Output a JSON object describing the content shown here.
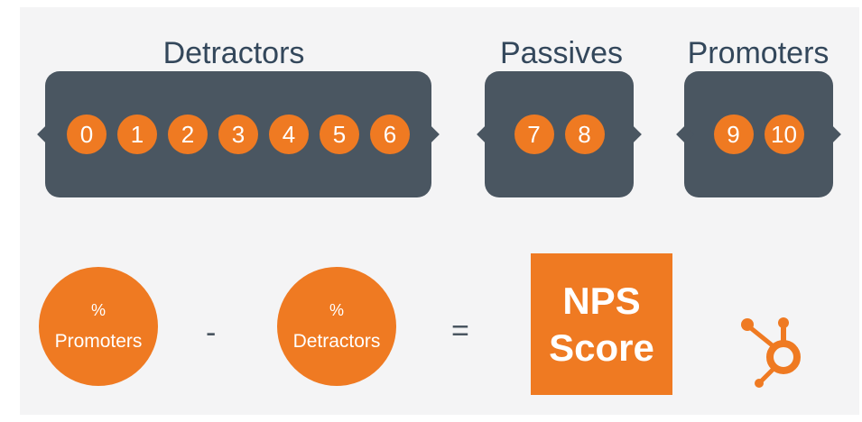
{
  "groups": {
    "detractors": {
      "title": "Detractors",
      "scores": [
        "0",
        "1",
        "2",
        "3",
        "4",
        "5",
        "6"
      ]
    },
    "passives": {
      "title": "Passives",
      "scores": [
        "7",
        "8"
      ]
    },
    "promoters": {
      "title": "Promoters",
      "scores": [
        "9",
        "10"
      ]
    }
  },
  "formula": {
    "left": {
      "symbol": "%",
      "label": "Promoters"
    },
    "minus": "-",
    "right": {
      "symbol": "%",
      "label": "Detractors"
    },
    "equals": "=",
    "result": {
      "line1": "NPS",
      "line2": "Score"
    }
  },
  "logo_icon": "hubspot-sprocket-icon",
  "colors": {
    "accent": "#ef7a22",
    "bracket": "#4a5661",
    "text": "#33475b",
    "background": "#f4f4f5"
  }
}
